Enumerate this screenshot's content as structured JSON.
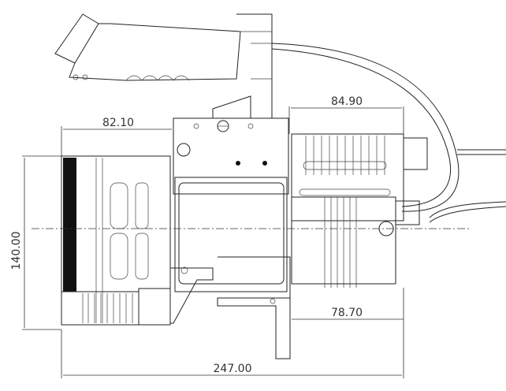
{
  "drawing": {
    "dimensions": {
      "front_to_mount": "82.10",
      "heatsink_width": "84.90",
      "height": "140.00",
      "rear_offset": "78.70",
      "overall_length": "247.00"
    },
    "colors": {
      "line": "#222222",
      "background": "#ffffff"
    }
  }
}
